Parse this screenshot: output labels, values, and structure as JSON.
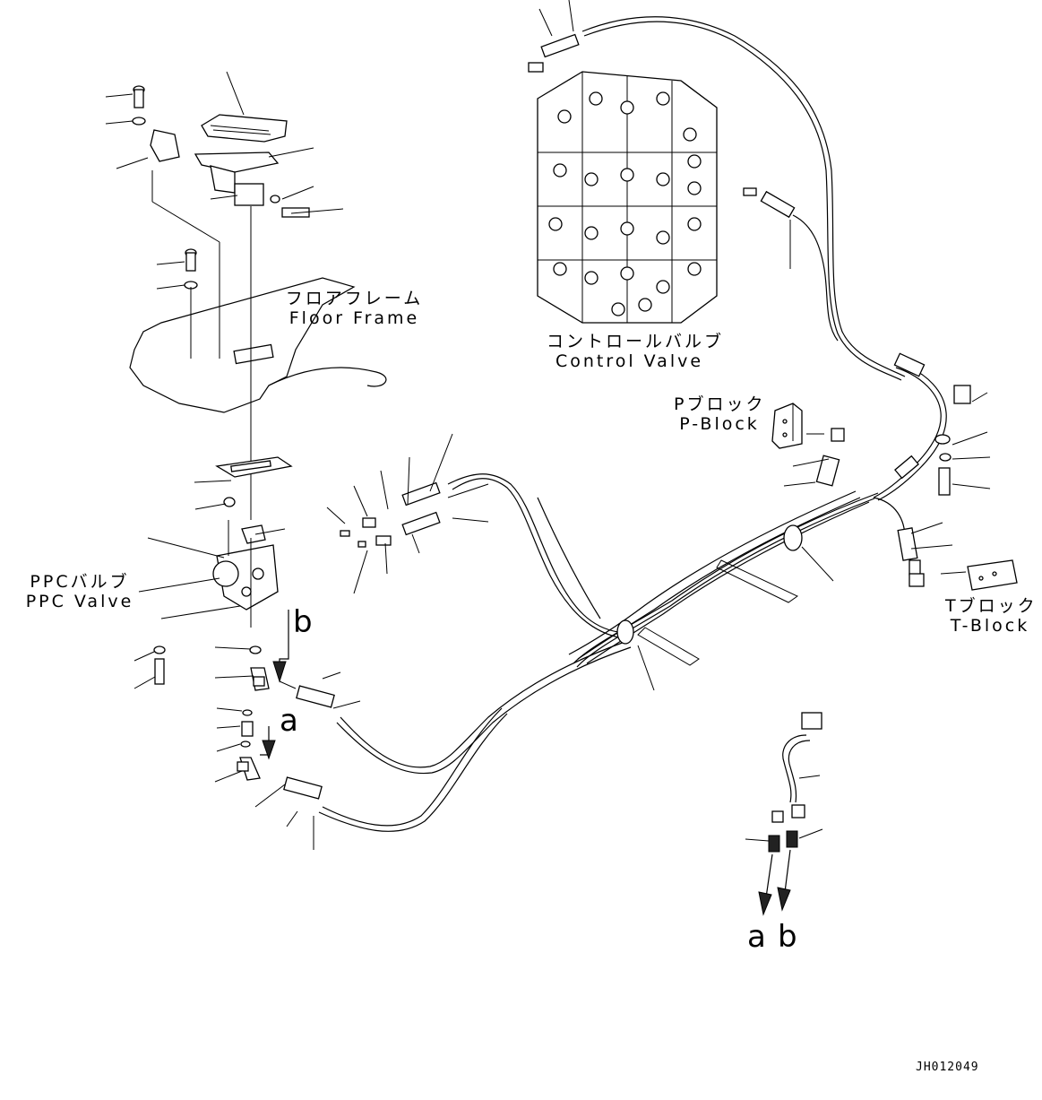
{
  "labels": {
    "floor_frame": {
      "ja": "フロアフレーム",
      "en": "Floor Frame"
    },
    "control_valve": {
      "ja": "コントロールバルブ",
      "en": "Control Valve"
    },
    "p_block": {
      "ja": "Pブロック",
      "en": "P-Block"
    },
    "t_block": {
      "ja": "Tブロック",
      "en": "T-Block"
    },
    "ppc_valve": {
      "ja": "PPCバルブ",
      "en": "PPC Valve"
    }
  },
  "markers": {
    "a_left": "a",
    "b_left": "b",
    "a_right": "a",
    "b_right": "b"
  },
  "drawing_code": "JH012049"
}
